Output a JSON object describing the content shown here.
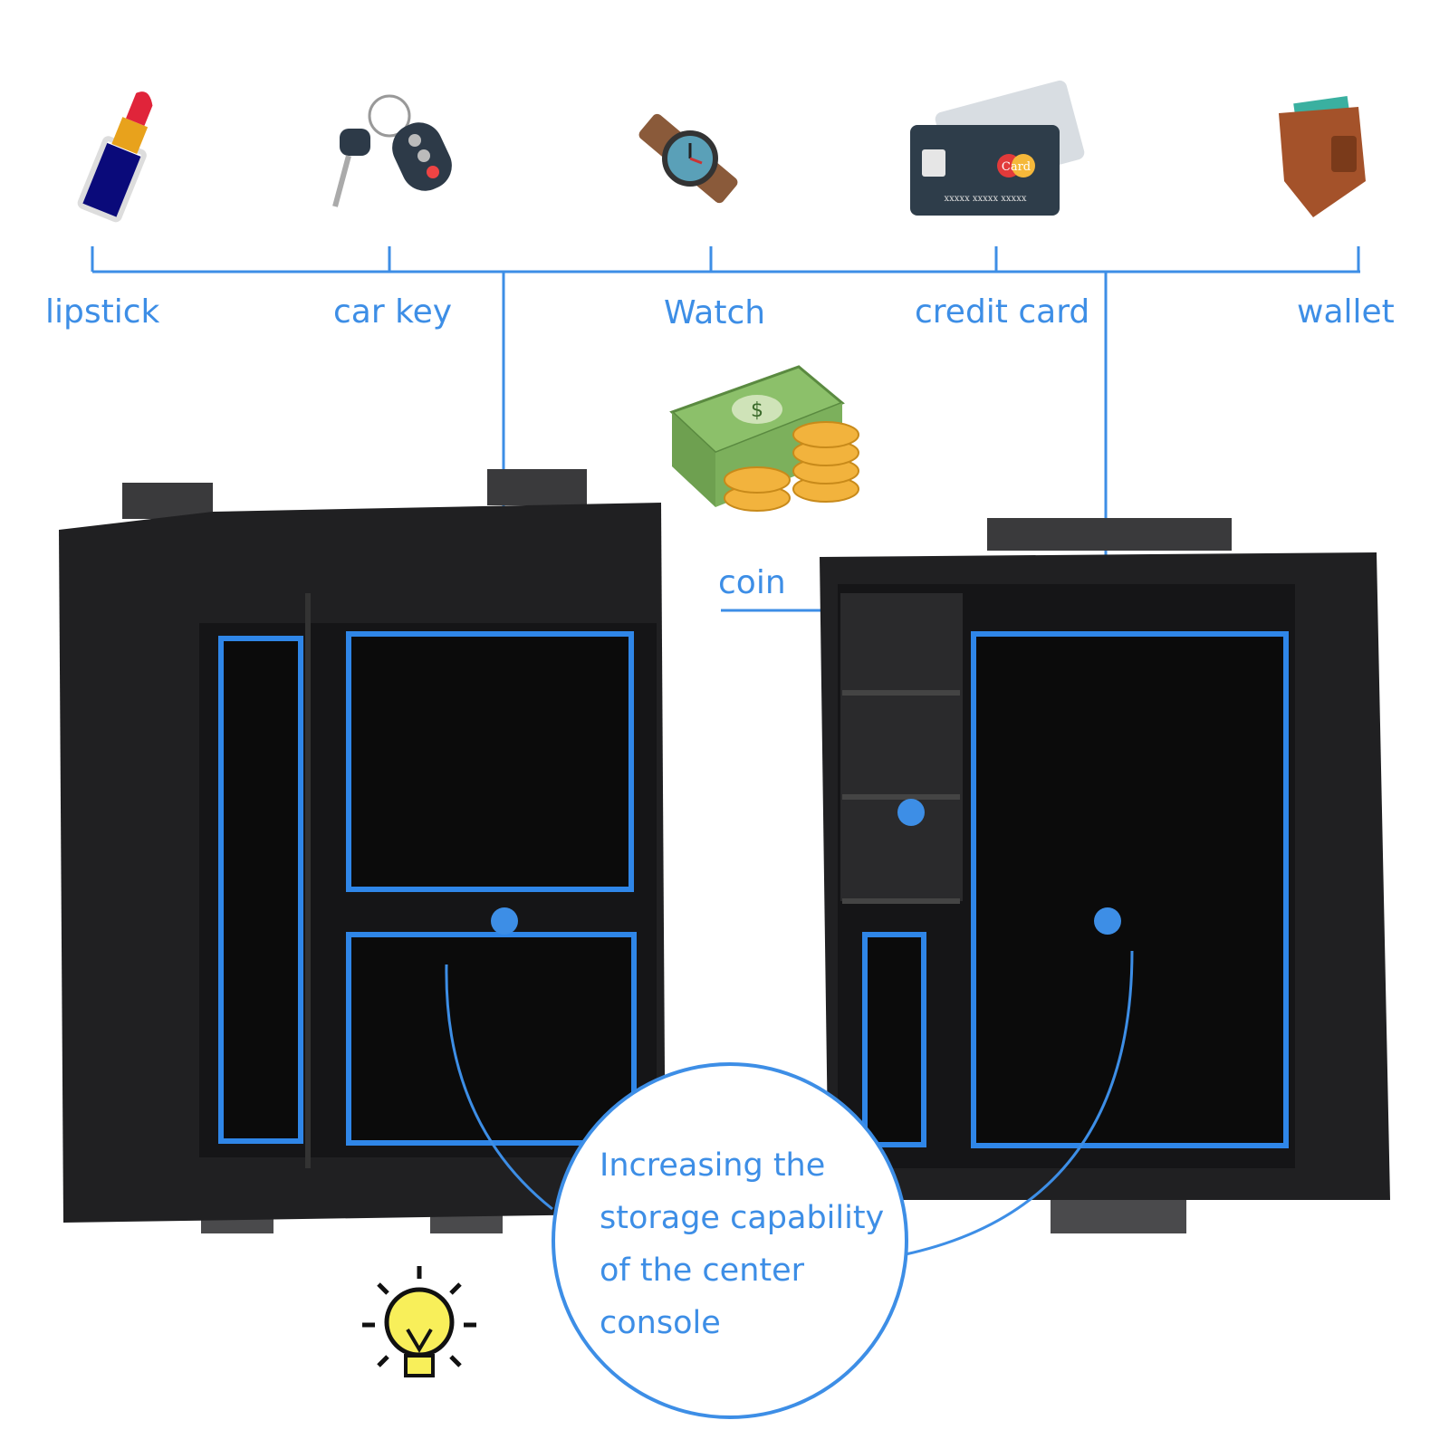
{
  "items": [
    {
      "label": "lipstick",
      "icon": "lipstick-icon"
    },
    {
      "label": "car key",
      "icon": "car-key-icon"
    },
    {
      "label": "Watch",
      "icon": "watch-icon"
    },
    {
      "label": "credit card",
      "icon": "credit-card-icon"
    },
    {
      "label": "wallet",
      "icon": "wallet-icon"
    }
  ],
  "coin": {
    "label": "coin",
    "icon": "money-coins-icon"
  },
  "card_text": {
    "brand": "Card",
    "digits": "xxxxx  xxxxx  xxxxx"
  },
  "callout": {
    "lines": [
      "Increasing the",
      "storage capability",
      "of the center",
      "console"
    ],
    "icon": "lightbulb-icon"
  },
  "colors": {
    "accent": "#3d8ee6",
    "tray": "#1c1c1e",
    "mat": "#0d0d0d"
  }
}
